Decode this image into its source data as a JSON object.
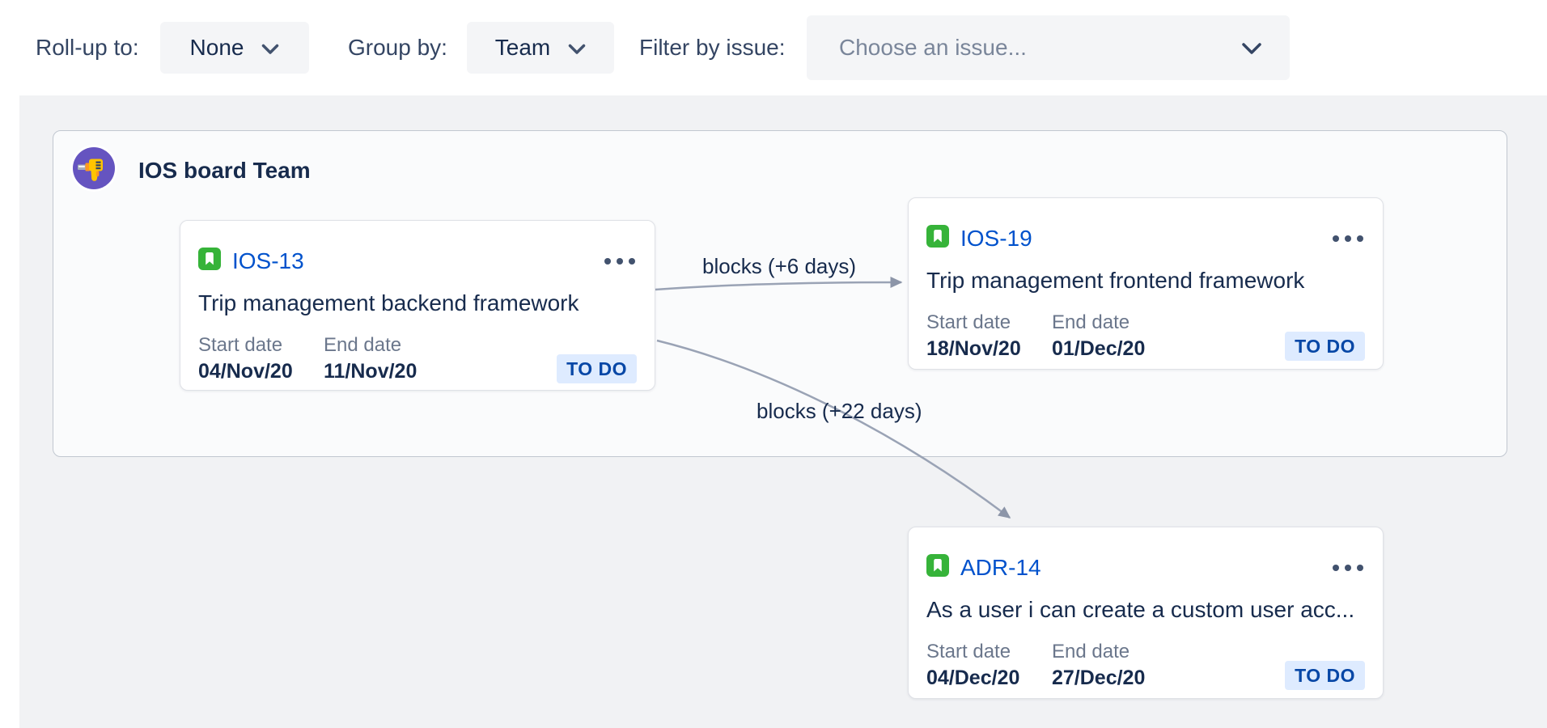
{
  "toolbar": {
    "rollup_label": "Roll-up to:",
    "rollup_value": "None",
    "groupby_label": "Group by:",
    "groupby_value": "Team",
    "filter_label": "Filter by issue:",
    "filter_placeholder": "Choose an issue..."
  },
  "group": {
    "team_name": "IOS board Team"
  },
  "cards": [
    {
      "key": "IOS-13",
      "type": "story",
      "summary": "Trip management backend framework",
      "start_label": "Start date",
      "end_label": "End date",
      "start": "04/Nov/20",
      "end": "11/Nov/20",
      "status": "TO DO"
    },
    {
      "key": "IOS-19",
      "type": "story",
      "summary": "Trip management frontend framework",
      "start_label": "Start date",
      "end_label": "End date",
      "start": "18/Nov/20",
      "end": "01/Dec/20",
      "status": "TO DO"
    },
    {
      "key": "ADR-14",
      "type": "story",
      "summary": "As a user i can create a custom user acc...",
      "start_label": "Start date",
      "end_label": "End date",
      "start": "04/Dec/20",
      "end": "27/Dec/20",
      "status": "TO DO"
    }
  ],
  "dependencies": [
    {
      "from": "IOS-13",
      "to": "IOS-19",
      "label": "blocks (+6 days)"
    },
    {
      "from": "IOS-13",
      "to": "ADR-14",
      "label": "blocks (+22 days)"
    }
  ],
  "colors": {
    "link_blue": "#0052CC",
    "text_dark": "#172B4D",
    "text_muted": "#6B778C",
    "badge_bg": "#DEEBFF",
    "badge_text": "#0747A6",
    "story_green": "#36B339",
    "team_avatar_purple": "#6554C0",
    "canvas_bg": "#F1F2F4",
    "edge_gray": "#9AA3B5"
  }
}
